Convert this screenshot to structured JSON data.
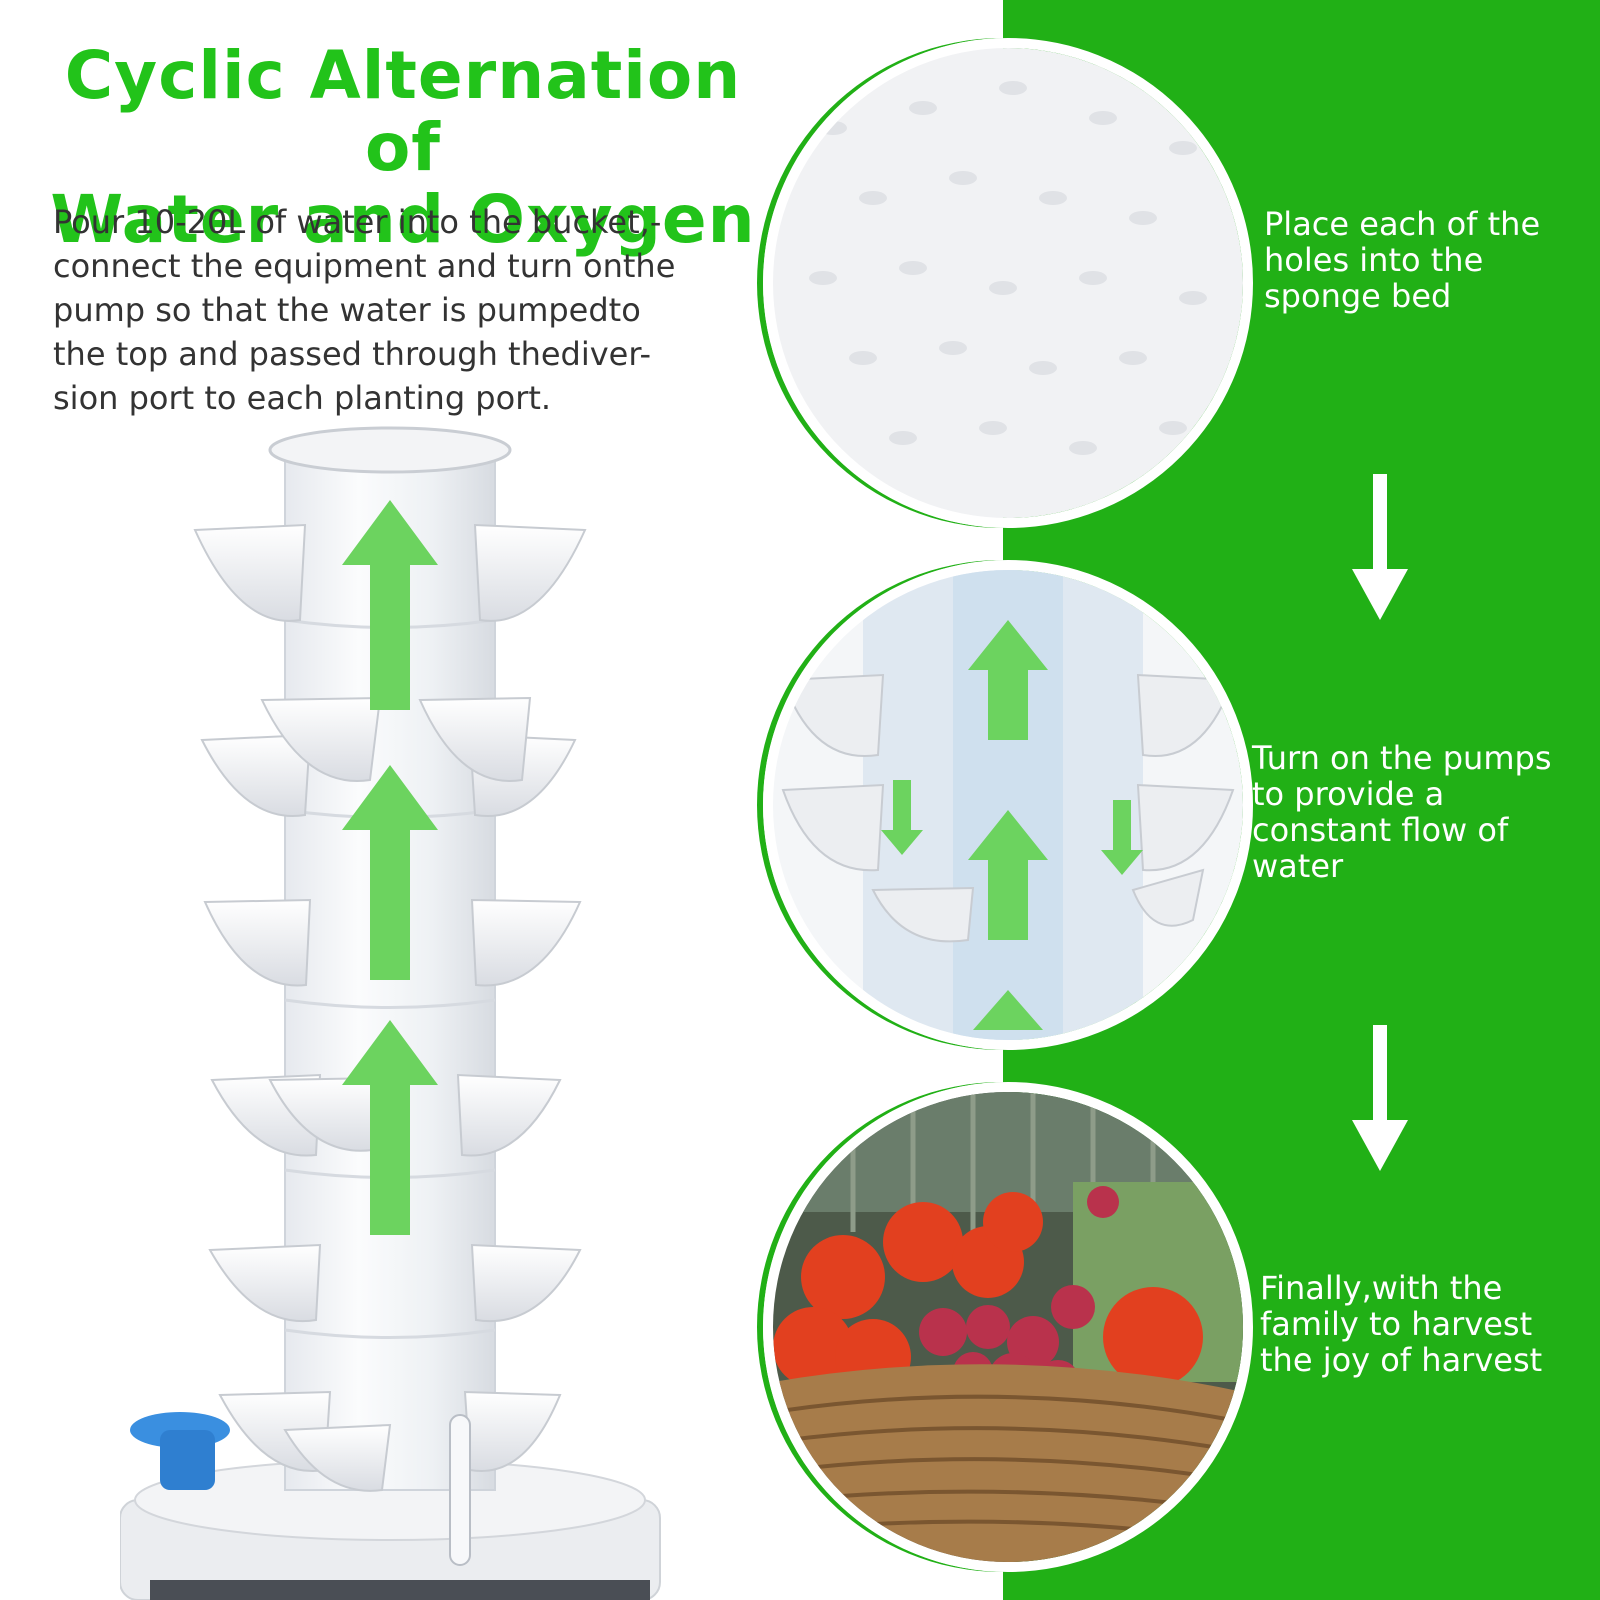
{
  "title": {
    "line1": "Cyclic Alternation of",
    "line2": "Water and Oxygen"
  },
  "intro": {
    "line1": "Pour 10-20L of water into the bucket,-",
    "line2": "connect the equipment and turn onthe",
    "line3": "pump so that the water is pumpedto",
    "line4": "the top and passed through thediver-",
    "line5": "sion port to each planting port."
  },
  "steps": [
    {
      "line1": "Place each of the",
      "line2": "holes into the",
      "line3": "sponge bed"
    },
    {
      "line1": "Turn on the pumps",
      "line2": "to provide a",
      "line3": "constant flow of",
      "line4": "water"
    },
    {
      "line1": "Finally,with the",
      "line2": "family to harvest",
      "line3": "the joy of harvest"
    }
  ],
  "colors": {
    "title_green": "#22c31a",
    "panel_green": "#21b016",
    "arrow_green": "#6cd35f",
    "step_text": "#ffffff"
  },
  "icons": [
    "down-arrow-icon",
    "up-arrow-icon"
  ]
}
